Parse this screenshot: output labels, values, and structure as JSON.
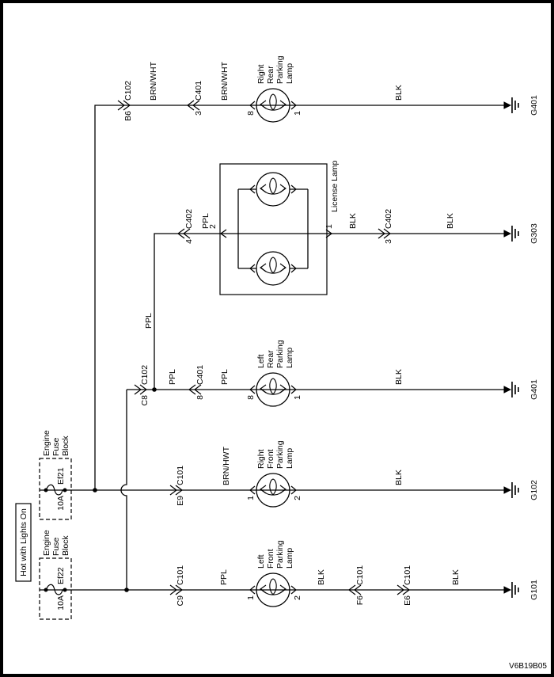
{
  "doc_id": "V6B19B05",
  "power": {
    "hot_label": "Hot with Lights On",
    "fuse_block_name": [
      "Engine",
      "Fuse",
      "Block"
    ],
    "fuses": [
      {
        "id": "Ef21",
        "rating": "10A"
      },
      {
        "id": "Ef22",
        "rating": "10A"
      }
    ]
  },
  "circuits": {
    "right_rear": {
      "pin_a": "B6",
      "conn_a": "C102",
      "wire_a": "BRN/WHT",
      "pin_b": "3",
      "conn_b": "C401",
      "wire_b": "BRN/WHT",
      "lamp": [
        "Right",
        "Rear",
        "Parking",
        "Lamp"
      ],
      "pin_in": "8",
      "pin_out": "1",
      "wire_gnd": "BLK",
      "ground": "G401"
    },
    "license": {
      "branch_wire": "PPL",
      "pin_a": "4",
      "conn_a": "C402",
      "wire_a": "PPL",
      "pin_in": "2",
      "pin_out": "1",
      "name": "License Lamp",
      "wire_b": "BLK",
      "pin_b": "3",
      "conn_b": "C402",
      "wire_gnd": "BLK",
      "ground": "G303"
    },
    "left_rear": {
      "pin_a": "C8",
      "conn_a": "C102",
      "wire_a": "PPL",
      "pin_b": "8",
      "conn_b": "C401",
      "wire_b": "PPL",
      "lamp": [
        "Left",
        "Rear",
        "Parking",
        "Lamp"
      ],
      "pin_in": "8",
      "pin_out": "1",
      "wire_gnd": "BLK",
      "ground": "G401"
    },
    "right_front": {
      "pin_a": "E9",
      "conn_a": "C101",
      "wire_a": "BRN/HWT",
      "lamp": [
        "Right",
        "Front",
        "Parking",
        "Lamp"
      ],
      "pin_in": "1",
      "pin_out": "2",
      "wire_gnd": "BLK",
      "ground": "G102"
    },
    "left_front": {
      "pin_a": "C9",
      "conn_a": "C101",
      "wire_a": "PPL",
      "lamp": [
        "Left",
        "Front",
        "Parking",
        "Lamp"
      ],
      "pin_in": "1",
      "pin_out": "2",
      "wire_b": "BLK",
      "pin_b": "F6",
      "conn_b": "C101",
      "pin_c": "E6",
      "conn_c": "C101",
      "wire_gnd": "BLK",
      "ground": "G101"
    }
  },
  "colors": {
    "line": "#000000",
    "background": "#ffffff"
  }
}
